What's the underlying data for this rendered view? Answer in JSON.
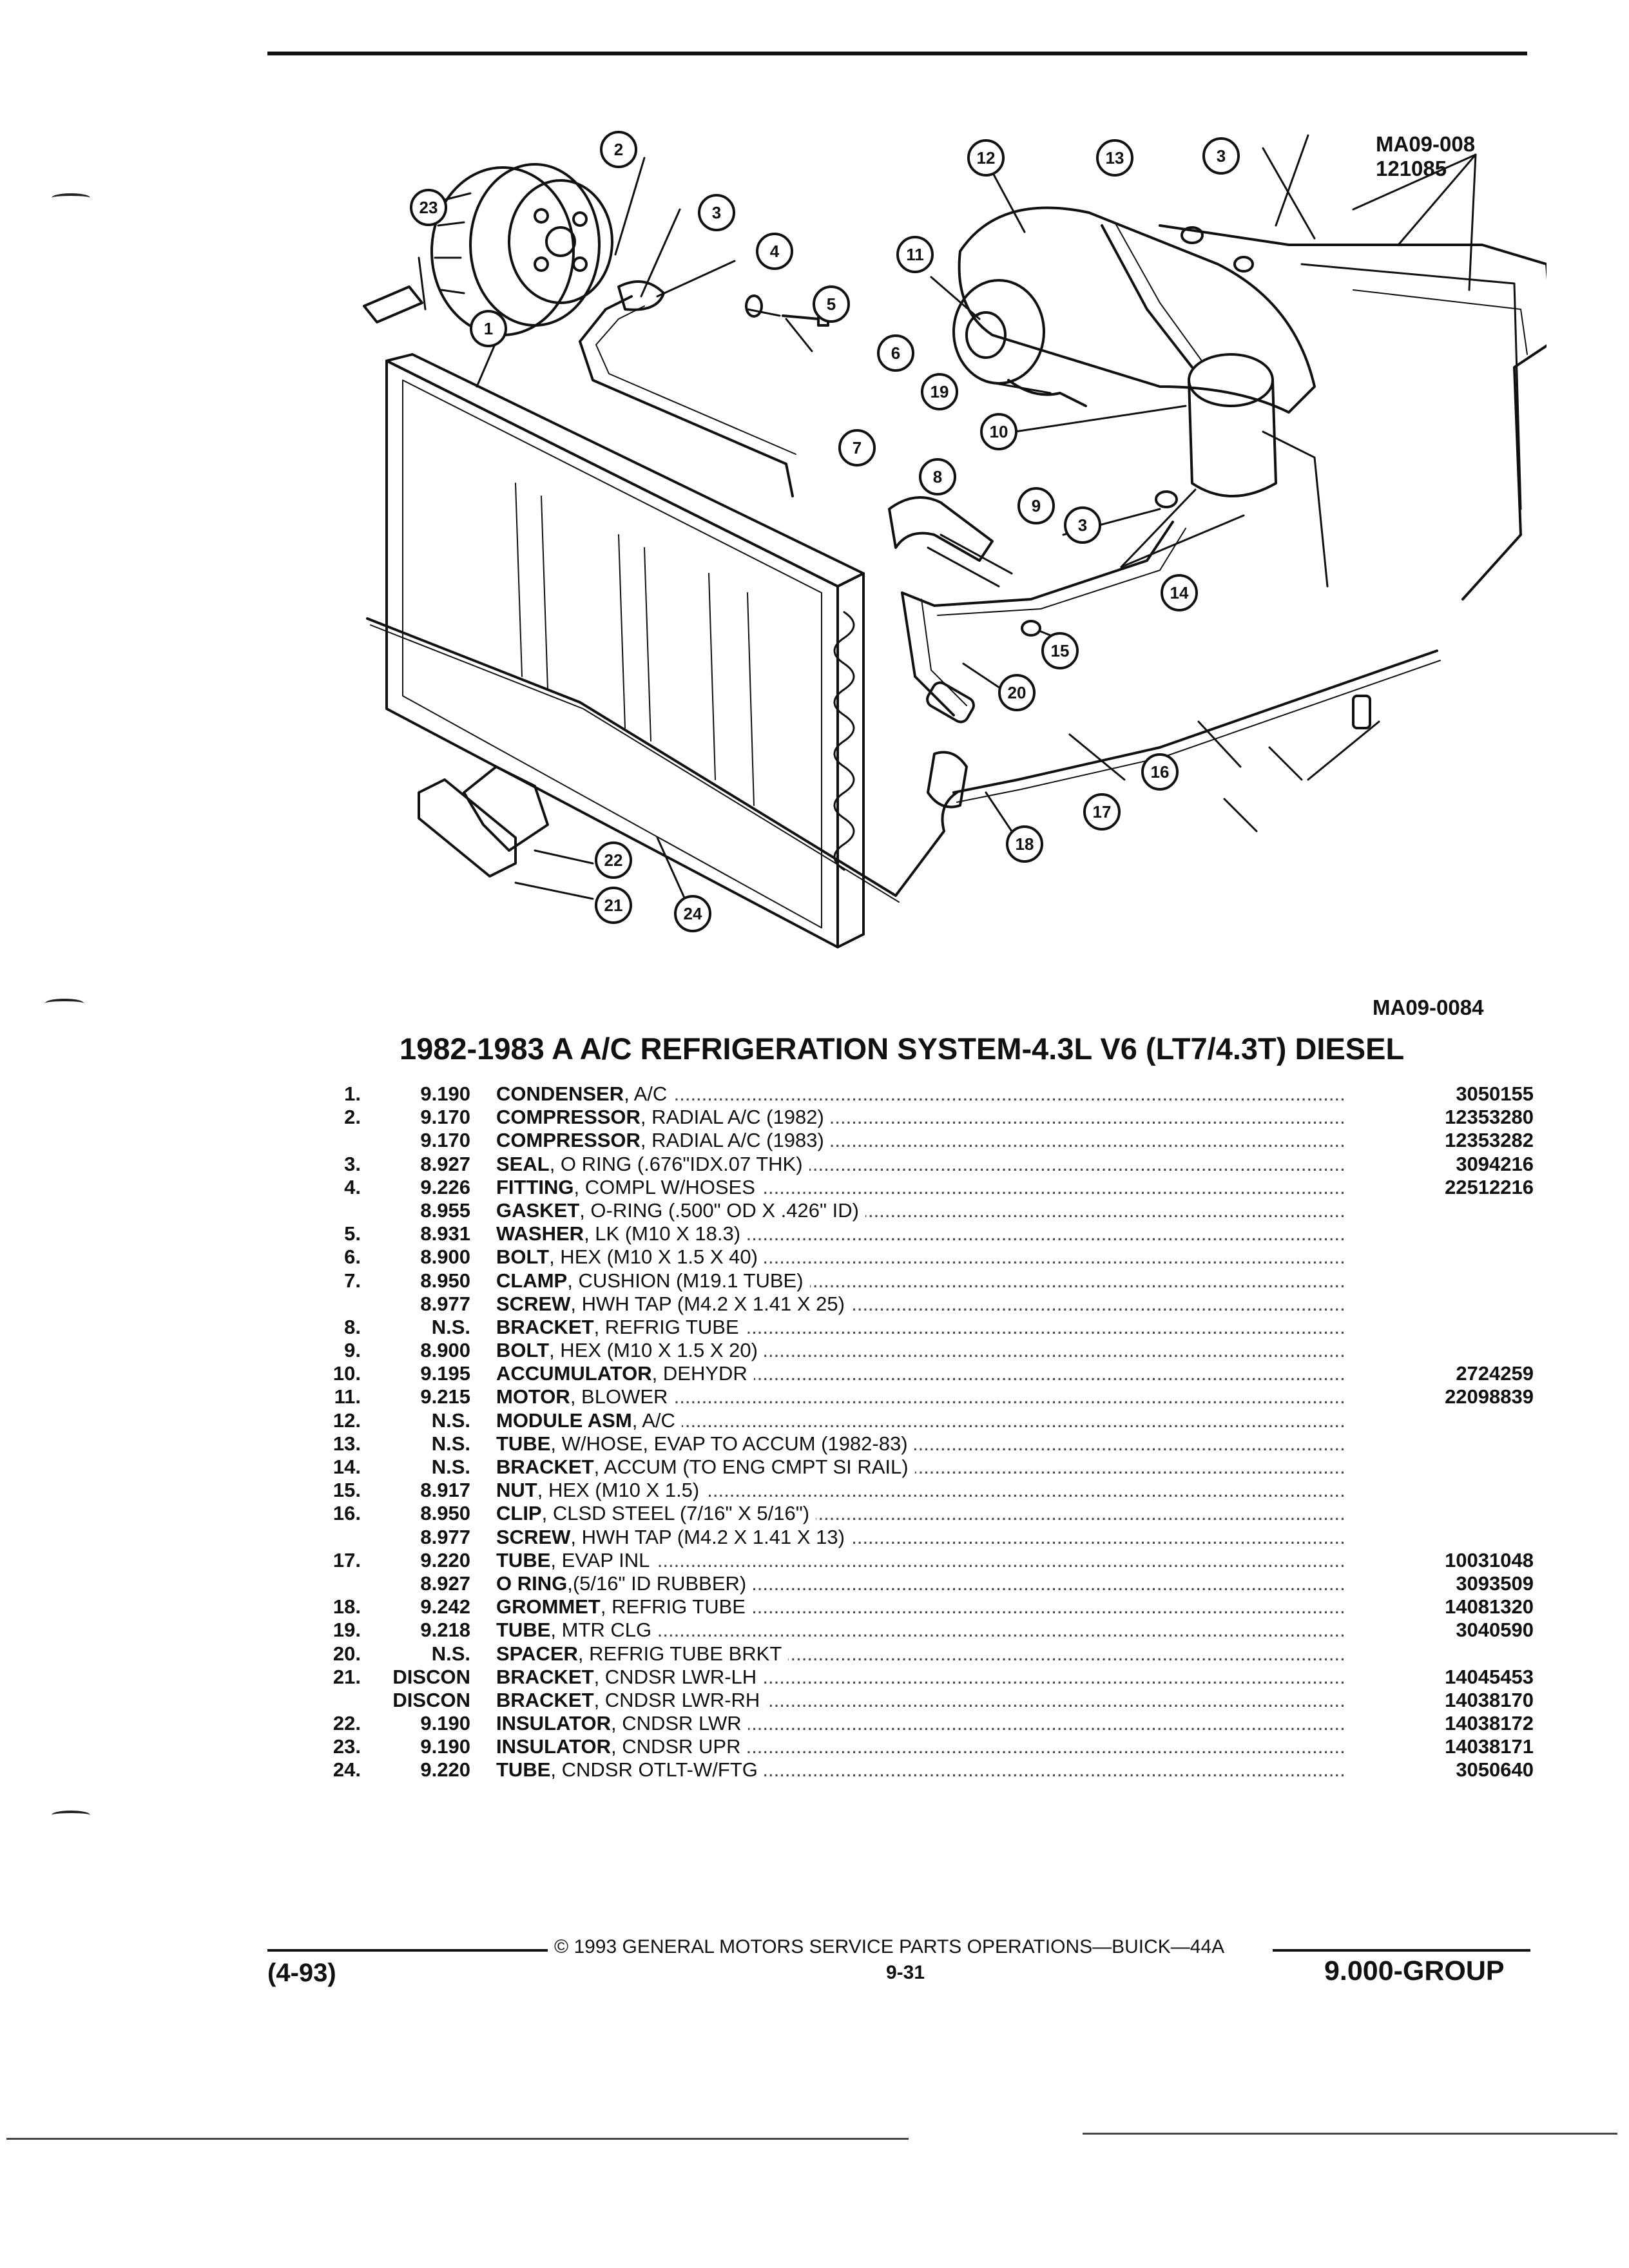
{
  "figure": {
    "id": "MA09-008",
    "code": "121085",
    "caption": "MA09-0084"
  },
  "callouts": [
    "1",
    "2",
    "3",
    "3",
    "3",
    "4",
    "5",
    "6",
    "7",
    "8",
    "9",
    "10",
    "11",
    "12",
    "13",
    "14",
    "15",
    "16",
    "17",
    "18",
    "19",
    "20",
    "21",
    "22",
    "23",
    "24"
  ],
  "title": "1982-1983 A A/C REFRIGERATION SYSTEM-4.3L V6 (LT7/4.3T) DIESEL",
  "parts": [
    {
      "no": "1.",
      "group": "9.190",
      "name": "CONDENSER",
      "desc": ", A/C",
      "pn": "3050155"
    },
    {
      "no": "2.",
      "group": "9.170",
      "name": "COMPRESSOR",
      "desc": ", RADIAL A/C (1982)",
      "pn": "12353280"
    },
    {
      "no": "",
      "group": "9.170",
      "name": "COMPRESSOR",
      "desc": ", RADIAL A/C (1983)",
      "pn": "12353282"
    },
    {
      "no": "3.",
      "group": "8.927",
      "name": "SEAL",
      "desc": ", O RING (.676\"IDX.07 THK)",
      "pn": "3094216"
    },
    {
      "no": "4.",
      "group": "9.226",
      "name": "FITTING",
      "desc": ", COMPL W/HOSES",
      "pn": "22512216"
    },
    {
      "no": "",
      "group": "8.955",
      "name": "GASKET",
      "desc": ", O-RING (.500\" OD X .426\" ID)",
      "pn": ""
    },
    {
      "no": "5.",
      "group": "8.931",
      "name": "WASHER",
      "desc": ", LK (M10 X 18.3)",
      "pn": ""
    },
    {
      "no": "6.",
      "group": "8.900",
      "name": "BOLT",
      "desc": ", HEX (M10 X 1.5 X 40)",
      "pn": ""
    },
    {
      "no": "7.",
      "group": "8.950",
      "name": "CLAMP",
      "desc": ", CUSHION (M19.1 TUBE)",
      "pn": ""
    },
    {
      "no": "",
      "group": "8.977",
      "name": "SCREW",
      "desc": ", HWH TAP (M4.2 X 1.41 X 25)",
      "pn": ""
    },
    {
      "no": "8.",
      "group": "N.S.",
      "name": "BRACKET",
      "desc": ", REFRIG TUBE",
      "pn": ""
    },
    {
      "no": "9.",
      "group": "8.900",
      "name": "BOLT",
      "desc": ", HEX (M10 X 1.5 X 20)",
      "pn": ""
    },
    {
      "no": "10.",
      "group": "9.195",
      "name": "ACCUMULATOR",
      "desc": ", DEHYDR",
      "pn": "2724259"
    },
    {
      "no": "11.",
      "group": "9.215",
      "name": "MOTOR",
      "desc": ", BLOWER",
      "pn": "22098839"
    },
    {
      "no": "12.",
      "group": "N.S.",
      "name": "MODULE ASM",
      "desc": ", A/C",
      "pn": ""
    },
    {
      "no": "13.",
      "group": "N.S.",
      "name": "TUBE",
      "desc": ", W/HOSE, EVAP TO ACCUM (1982-83)",
      "pn": ""
    },
    {
      "no": "14.",
      "group": "N.S.",
      "name": "BRACKET",
      "desc": ", ACCUM (TO ENG CMPT SI RAIL)",
      "pn": ""
    },
    {
      "no": "15.",
      "group": "8.917",
      "name": "NUT",
      "desc": ", HEX (M10 X 1.5)",
      "pn": ""
    },
    {
      "no": "16.",
      "group": "8.950",
      "name": "CLIP",
      "desc": ", CLSD STEEL (7/16\" X 5/16\")",
      "pn": ""
    },
    {
      "no": "",
      "group": "8.977",
      "name": "SCREW",
      "desc": ", HWH TAP (M4.2 X 1.41 X 13)",
      "pn": ""
    },
    {
      "no": "17.",
      "group": "9.220",
      "name": "TUBE",
      "desc": ", EVAP INL",
      "pn": "10031048"
    },
    {
      "no": "",
      "group": "8.927",
      "name": "O RING",
      "desc": ",(5/16\" ID RUBBER)",
      "pn": "3093509"
    },
    {
      "no": "18.",
      "group": "9.242",
      "name": "GROMMET",
      "desc": ", REFRIG TUBE",
      "pn": "14081320"
    },
    {
      "no": "19.",
      "group": "9.218",
      "name": "TUBE",
      "desc": ", MTR CLG",
      "pn": "3040590"
    },
    {
      "no": "20.",
      "group": "N.S.",
      "name": "SPACER",
      "desc": ", REFRIG TUBE BRKT",
      "pn": ""
    },
    {
      "no": "21.",
      "group": "DISCON",
      "name": "BRACKET",
      "desc": ", CNDSR LWR-LH",
      "pn": "14045453"
    },
    {
      "no": "",
      "group": "DISCON",
      "name": "BRACKET",
      "desc": ", CNDSR LWR-RH",
      "pn": "14038170"
    },
    {
      "no": "22.",
      "group": "9.190",
      "name": "INSULATOR",
      "desc": ", CNDSR LWR",
      "pn": "14038172"
    },
    {
      "no": "23.",
      "group": "9.190",
      "name": "INSULATOR",
      "desc": ", CNDSR UPR",
      "pn": "14038171"
    },
    {
      "no": "24.",
      "group": "9.220",
      "name": "TUBE",
      "desc": ", CNDSR OTLT-W/FTG",
      "pn": "3050640"
    }
  ],
  "footer": {
    "copyright": "© 1993 GENERAL MOTORS SERVICE PARTS OPERATIONS—BUICK—44A",
    "date": "(4-93)",
    "page": "9-31",
    "group": "9.000-GROUP"
  }
}
